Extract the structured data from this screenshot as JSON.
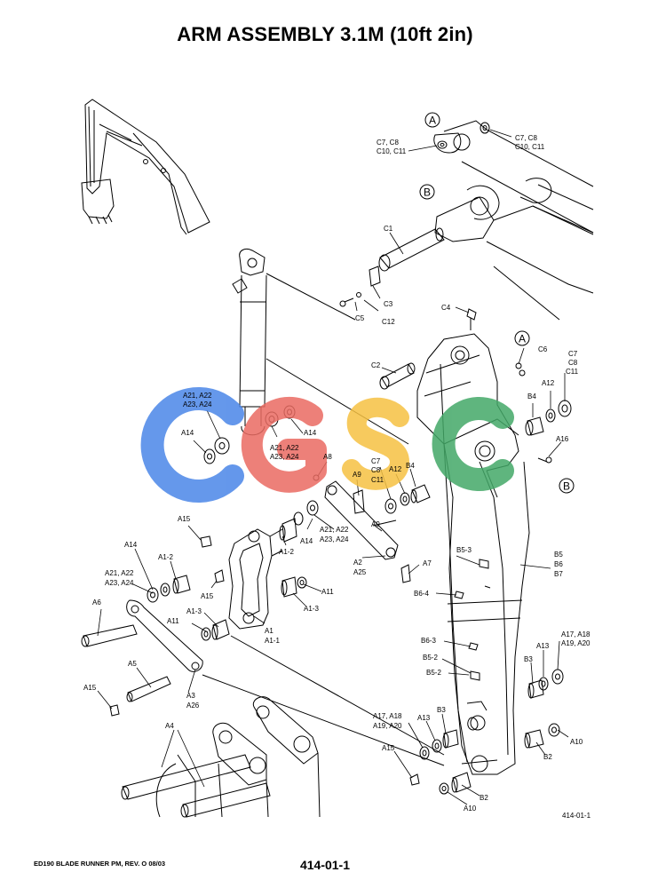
{
  "title": "ARM ASSEMBLY 3.1M (10ft 2in)",
  "footer": {
    "left": "ED190 BLADE RUNNER PM,  REV. O  08/03",
    "page": "414-01-1"
  },
  "figure_id": "414-01-1",
  "watermark": {
    "text": "CGSC",
    "colors": [
      "#4a86e8",
      "#ea6b62",
      "#f6c142",
      "#43a867"
    ]
  },
  "callouts": {
    "a_circle_top": "A",
    "b_circle_top": "B",
    "a_circle_arm": "A",
    "b_circle_arm": "B",
    "c7_c8_left": "C7, C8",
    "c10_c11_left": "C10, C11",
    "c7_c8_right": "C7, C8",
    "c10_c11_right": "C10, C11",
    "c1": "C1",
    "c3": "C3",
    "c5": "C5",
    "c12": "C12",
    "c4": "C4",
    "c2": "C2",
    "c6": "C6",
    "c7_r": "C7",
    "c8_r": "C8",
    "c11_r": "C11",
    "b4_top": "B4",
    "a12_top": "A12",
    "a16": "A16",
    "a21_a22_upper": "A21, A22",
    "a23_a24_upper": "A23, A24",
    "a14_upper_left": "A14",
    "a14_upper_mid": "A14",
    "a21_a22_mid": "A21, A22",
    "a23_a24_mid": "A23, A24",
    "a8": "A8",
    "a9_upper": "A9",
    "c7_mid": "C7",
    "c8_mid": "C8",
    "c11_mid": "C11",
    "a12_mid": "A12",
    "b4_mid": "B4",
    "a15_top": "A15",
    "a14_mid": "A14",
    "a1_2_upper": "A1-2",
    "a21_a22_link": "A21, A22",
    "a23_a24_link": "A23, A24",
    "a9_lower": "A9",
    "a14_left": "A14",
    "a1_2_left": "A1-2",
    "a21_a22_left": "A21, A22",
    "a23_a24_left": "A23, A24",
    "a15_mid": "A15",
    "a11_right": "A11",
    "a1_3_right": "A1-3",
    "a2": "A2",
    "a25": "A25",
    "a7": "A7",
    "b5_3": "B5-3",
    "b6_4": "B6-4",
    "b5": "B5",
    "b6": "B6",
    "b7": "B7",
    "a6": "A6",
    "a1_3_left": "A1-3",
    "a11_left": "A11",
    "a1": "A1",
    "a1_1": "A1-1",
    "b6_3": "B6-3",
    "b5_2a": "B5-2",
    "b5_2b": "B5-2",
    "a17_a18_right": "A17, A18",
    "a19_a20_right": "A19, A20",
    "a13_right": "A13",
    "b3_right": "B3",
    "a5": "A5",
    "a15_low": "A15",
    "a3": "A3",
    "a26": "A26",
    "a4": "A4",
    "a17_a18_low": "A17, A18",
    "a19_a20_low": "A19, A20",
    "a13_low": "A13",
    "b3_low": "B3",
    "a10_right": "A10",
    "b2_right": "B2",
    "a15_bottom": "A15",
    "b2_bottom": "B2",
    "a10_bottom": "A10"
  }
}
